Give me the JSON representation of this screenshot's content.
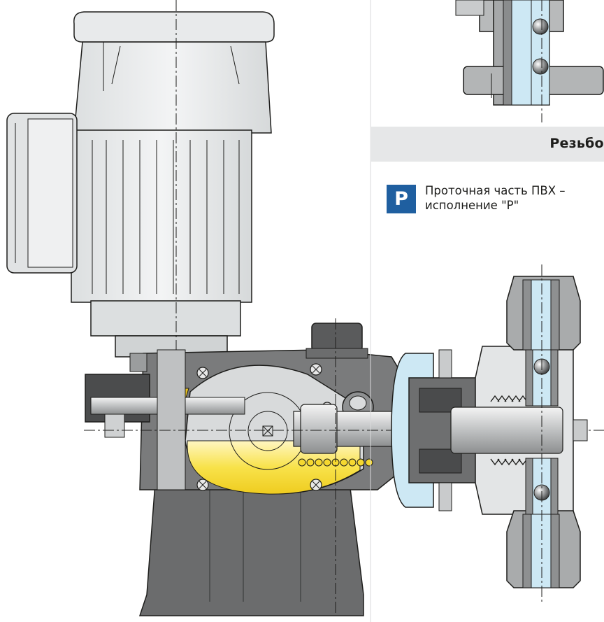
{
  "section": {
    "title": "Резьбов"
  },
  "badge": {
    "letter": "P",
    "color": "#1f5fa0"
  },
  "description": {
    "line1": "Проточная часть ПВХ –",
    "line2": "исполнение \"P\""
  },
  "colors": {
    "motor": "#e9ebec",
    "housing": "#707070",
    "oil": "#f5d830",
    "pvc": "#cde8f4"
  }
}
